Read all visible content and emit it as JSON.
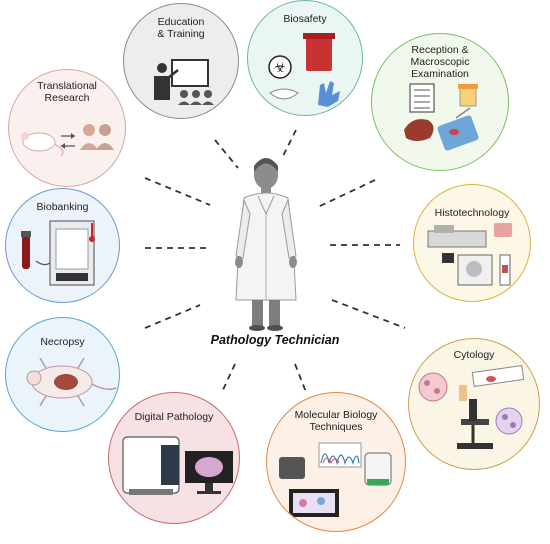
{
  "center": {
    "title": "Pathology Technician"
  },
  "topics": {
    "translational": {
      "title": "Translational Research",
      "border": "#d8a9a0",
      "fill": "#faf1ef"
    },
    "education": {
      "title": "Education & Training",
      "border": "#8a8a8a",
      "fill": "#ededed"
    },
    "biosafety": {
      "title": "Biosafety",
      "border": "#6bb7a7",
      "fill": "#eaf6f3"
    },
    "reception": {
      "title": "Reception & Macroscopic Examination",
      "border": "#7bbf63",
      "fill": "#f1f8ec"
    },
    "biobanking": {
      "title": "Biobanking",
      "border": "#6a9bd0",
      "fill": "#edf3fa"
    },
    "histotechnology": {
      "title": "Histotechnology",
      "border": "#e0b040",
      "fill": "#fdf7e7"
    },
    "necropsy": {
      "title": "Necropsy",
      "border": "#5aa7cf",
      "fill": "#eaf4fa"
    },
    "cytology": {
      "title": "Cytology",
      "border": "#c9a24a",
      "fill": "#fbf5e6"
    },
    "digital": {
      "title": "Digital Pathology",
      "border": "#c46c6c",
      "fill": "#f6e2e2"
    },
    "molecular": {
      "title": "Molecular Biology Techniques",
      "border": "#e08a4a",
      "fill": "#fdf0e6"
    }
  }
}
